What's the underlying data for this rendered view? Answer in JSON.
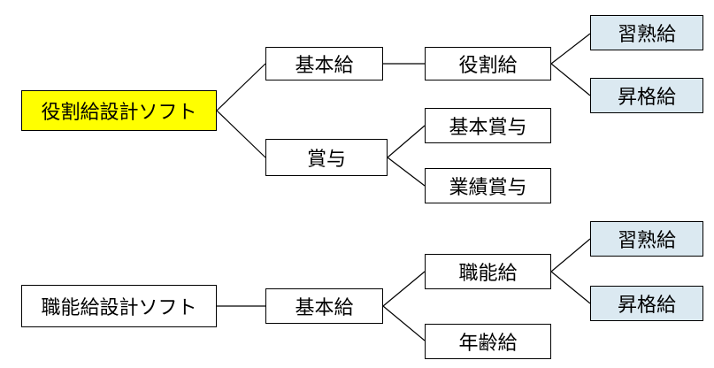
{
  "diagram": {
    "tree1": {
      "root": "役割給設計ソフト",
      "base_pay": "基本給",
      "role_pay": "役割給",
      "skill_pay": "習熟給",
      "promotion_pay": "昇格給",
      "bonus": "賞与",
      "base_bonus": "基本賞与",
      "performance_bonus": "業績賞与"
    },
    "tree2": {
      "root": "職能給設計ソフト",
      "base_pay": "基本給",
      "function_pay": "職能給",
      "skill_pay": "習熟給",
      "promotion_pay": "昇格給",
      "age_pay": "年齢給"
    },
    "colors": {
      "root_highlight": "#ffff00",
      "leaf_fill": "#dbe9f1",
      "border": "#000000"
    }
  }
}
